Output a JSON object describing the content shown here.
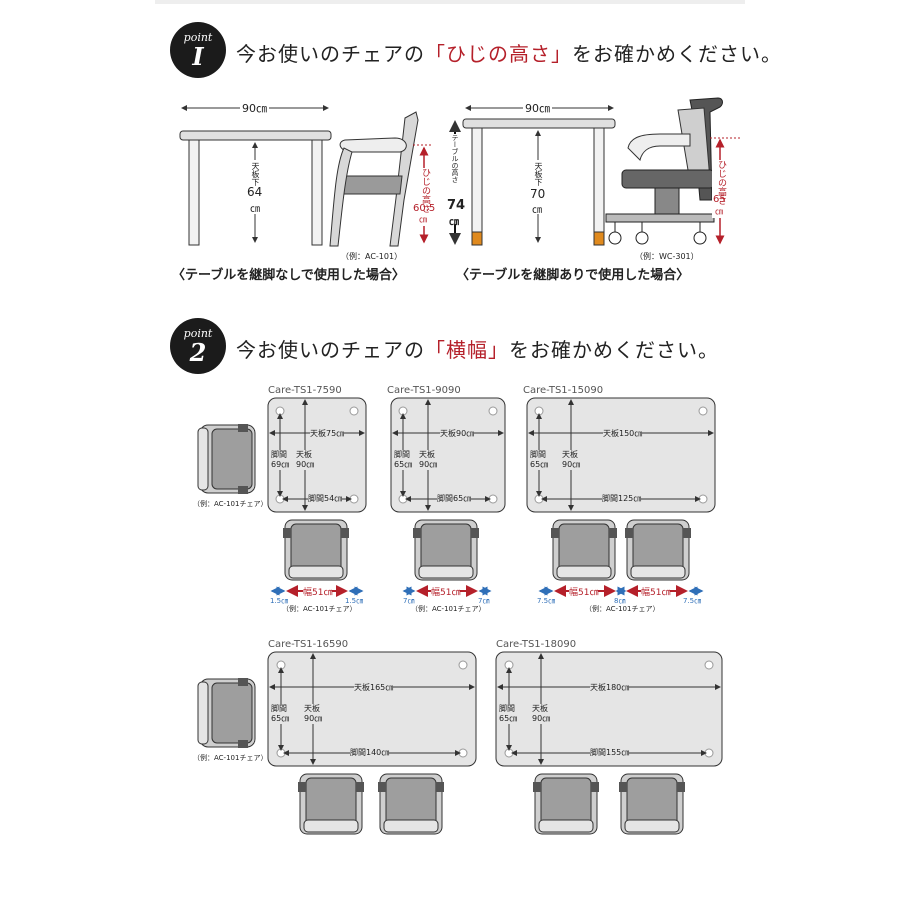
{
  "point1": {
    "label": "point",
    "number": "I",
    "heading_pre": "今お使いのチェアの",
    "heading_hl": "「ひじの高さ」",
    "heading_post": "をお確かめください。",
    "left": {
      "width": "90㎝",
      "under_label": "天板下",
      "under_value": "64",
      "unit": "㎝",
      "elbow_label": "ひじの高さ",
      "elbow_value": "60.5",
      "elbow_unit": "㎝",
      "example": "（例：AC-101）",
      "caption": "〈テーブルを継脚なしで使用した場合〉"
    },
    "right": {
      "width": "90㎝",
      "table_h_label": "テーブルの高さ",
      "table_h_value": "74",
      "table_h_unit": "㎝",
      "under_label": "天板下",
      "under_value": "70",
      "unit": "㎝",
      "elbow_label": "ひじの高さ",
      "elbow_value": "65",
      "elbow_unit": "㎝",
      "example": "（例：WC-301）",
      "caption": "〈テーブルを継脚ありで使用した場合〉"
    }
  },
  "point2": {
    "label": "point",
    "number": "2",
    "heading_pre": "今お使いのチェアの",
    "heading_hl": "「横幅」",
    "heading_post": "をお確かめください。",
    "chair_example": "（例：AC-101チェア）",
    "tables": [
      {
        "model": "Care-TS1-7590",
        "top_w": "天板75㎝",
        "leg_lbl": "脚間",
        "leg_d": "69㎝",
        "top_lbl": "天板",
        "top_d": "90㎝",
        "leg_w": "脚間54㎝",
        "gap_l": "1.5㎝",
        "chair_w": "幅51㎝",
        "gap_r": "1.5㎝",
        "example": "（例：AC-101チェア）"
      },
      {
        "model": "Care-TS1-9090",
        "top_w": "天板90㎝",
        "leg_lbl": "脚間",
        "leg_d": "65㎝",
        "top_lbl": "天板",
        "top_d": "90㎝",
        "leg_w": "脚間65㎝",
        "gap_l": "7㎝",
        "chair_w": "幅51㎝",
        "gap_r": "7㎝",
        "example": "（例：AC-101チェア）"
      },
      {
        "model": "Care-TS1-15090",
        "top_w": "天板150㎝",
        "leg_lbl": "脚間",
        "leg_d": "65㎝",
        "top_lbl": "天板",
        "top_d": "90㎝",
        "leg_w": "脚間125㎝",
        "gap_l": "7.5㎝",
        "chair_w": "幅51㎝",
        "gap_m": "8㎝",
        "chair_w2": "幅51㎝",
        "gap_r": "7.5㎝",
        "example": "（例：AC-101チェア）"
      },
      {
        "model": "Care-TS1-16590",
        "top_w": "天板165㎝",
        "leg_lbl": "脚間",
        "leg_d": "65㎝",
        "top_lbl": "天板",
        "top_d": "90㎝",
        "leg_w": "脚間140㎝"
      },
      {
        "model": "Care-TS1-18090",
        "top_w": "天板180㎝",
        "leg_lbl": "脚間",
        "leg_d": "65㎝",
        "top_lbl": "天板",
        "top_d": "90㎝",
        "leg_w": "脚間155㎝"
      }
    ]
  },
  "colors": {
    "accent_red": "#b5202a",
    "blue": "#2f6fb8",
    "leg_orange": "#e08a1e",
    "table_fill": "#e5e5e5"
  }
}
